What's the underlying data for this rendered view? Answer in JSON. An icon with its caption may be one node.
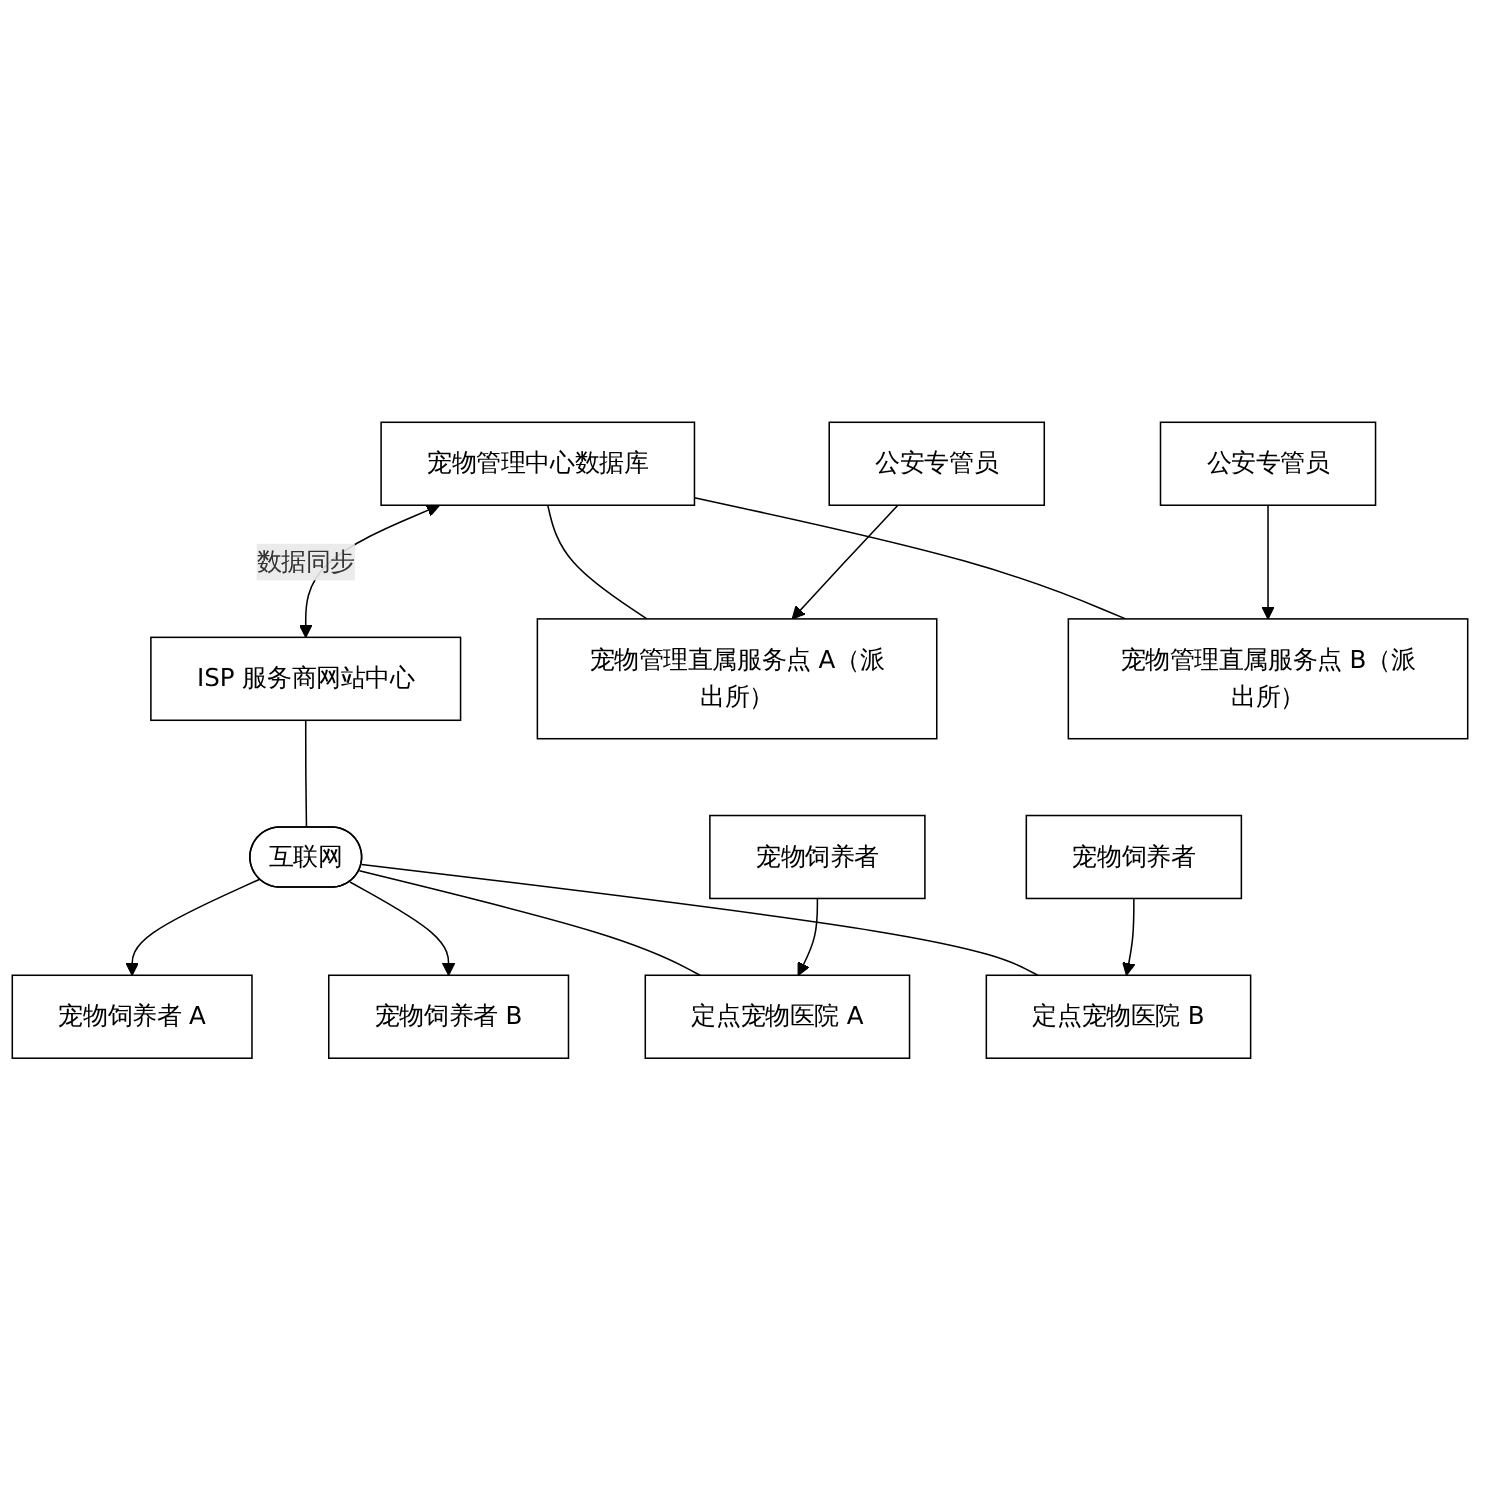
{
  "diagram": {
    "nodes": [
      {
        "text": [
          "宠物管理中心数据库"
        ]
      },
      {
        "text": [
          "ISP 服务商网站中心"
        ]
      },
      {
        "text": [
          "互联网"
        ]
      },
      {
        "text": [
          "宠物饲养者 A"
        ]
      },
      {
        "text": [
          "宠物饲养者 B"
        ]
      },
      {
        "text": [
          "宠物管理直属服务点 A（派出所）"
        ]
      },
      {
        "text": [
          "宠物管理直属服务点 B（派出所）"
        ]
      },
      {
        "text": [
          "定点宠物医院 A"
        ]
      },
      {
        "text": [
          "定点宠物医院 B"
        ]
      },
      {
        "text": [
          "公安专管员"
        ]
      },
      {
        "text": [
          "公安专管员"
        ]
      },
      {
        "text": [
          "宠物饲养者"
        ]
      },
      {
        "text": [
          "宠物饲养者"
        ]
      }
    ],
    "edges": [
      {
        "from": 0,
        "to": 1,
        "arrow": "both",
        "label": "数据同步"
      },
      {
        "from": 0,
        "to": 5,
        "arrow": "none"
      },
      {
        "from": 0,
        "to": 6,
        "arrow": "none"
      },
      {
        "from": 1,
        "to": 2,
        "arrow": "none"
      },
      {
        "from": 2,
        "to": 3,
        "arrow": "to"
      },
      {
        "from": 2,
        "to": 4,
        "arrow": "to"
      },
      {
        "from": 2,
        "to": 7,
        "arrow": "none"
      },
      {
        "from": 2,
        "to": 8,
        "arrow": "none"
      },
      {
        "from": 9,
        "to": 5,
        "arrow": "to"
      },
      {
        "from": 10,
        "to": 6,
        "arrow": "to"
      },
      {
        "from": 11,
        "to": 7,
        "arrow": "to"
      },
      {
        "from": 12,
        "to": 8,
        "arrow": "to"
      }
    ]
  }
}
